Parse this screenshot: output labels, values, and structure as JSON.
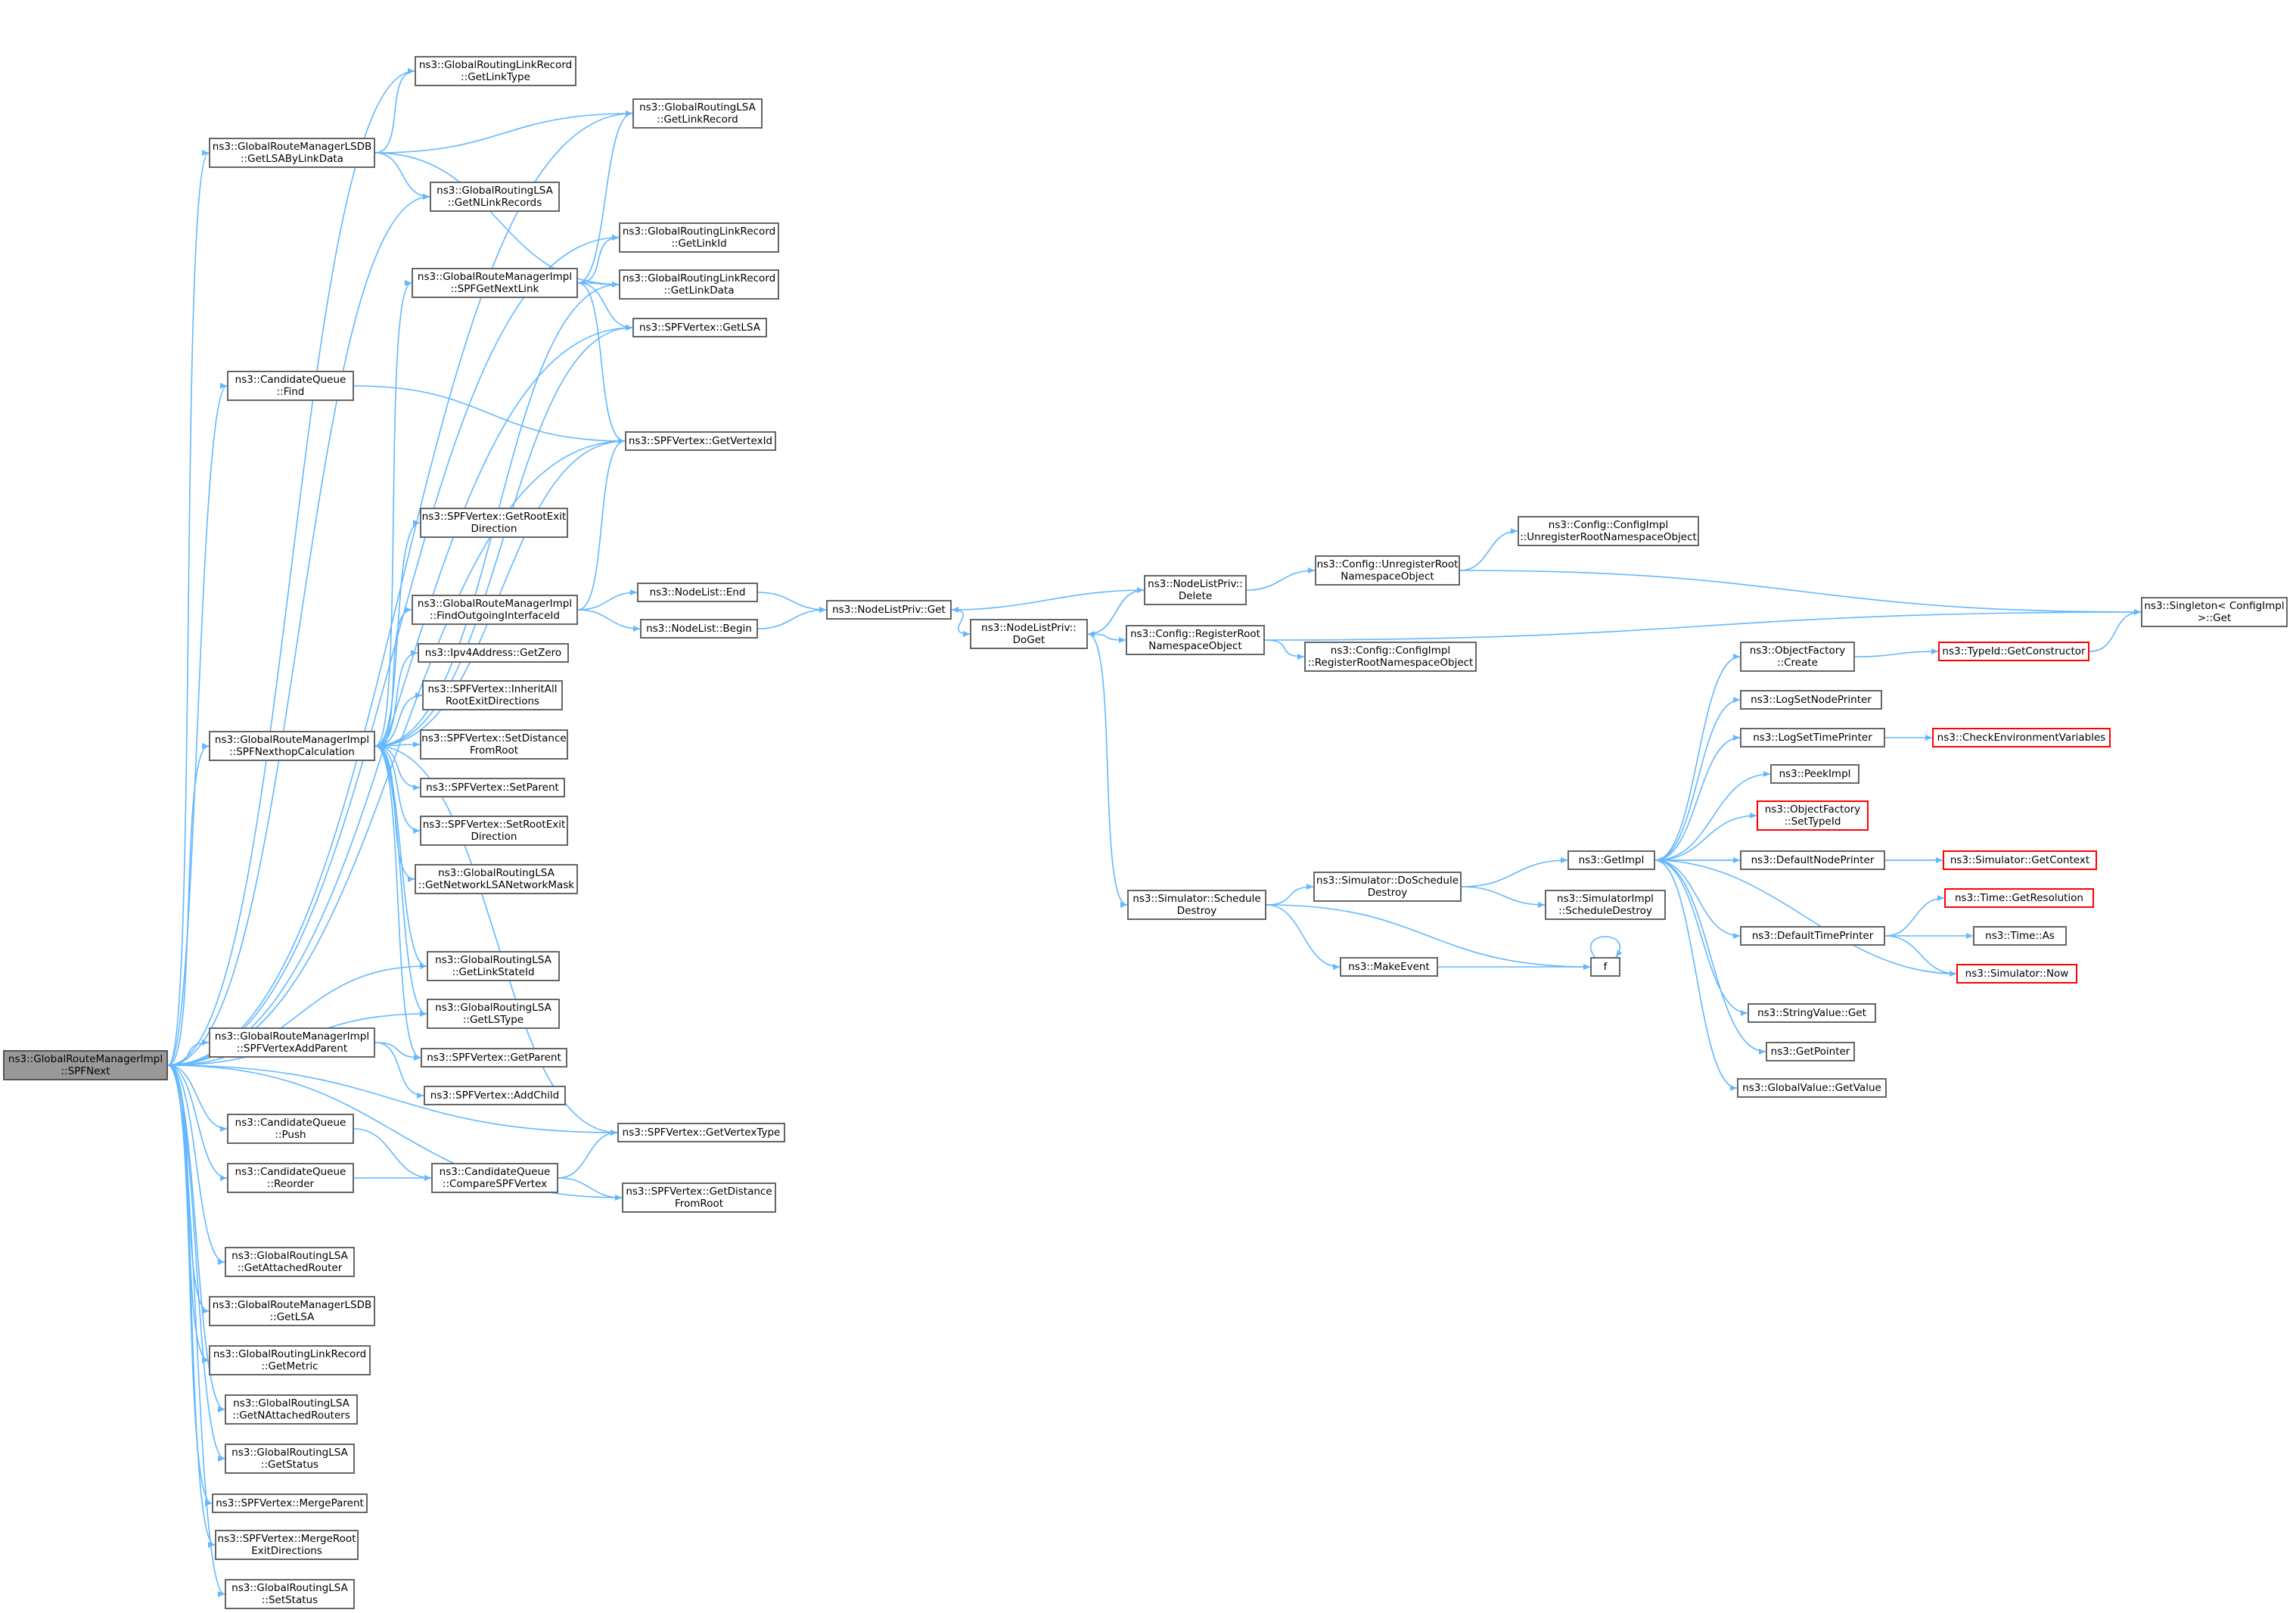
{
  "diagram": {
    "edge_color": "#63b8ff",
    "nodes": [
      {
        "id": "root",
        "lines": [
          "ns3::GlobalRouteManagerImpl",
          "::SPFNext"
        ],
        "kind": "root"
      },
      {
        "id": "gr_getlsabylinkdata",
        "lines": [
          "ns3::GlobalRouteManagerLSDB",
          "::GetLSAByLinkData"
        ]
      },
      {
        "id": "cq_find",
        "lines": [
          "ns3::CandidateQueue",
          "::Find"
        ]
      },
      {
        "id": "spfnexthop",
        "lines": [
          "ns3::GlobalRouteManagerImpl",
          "::SPFNexthopCalculation"
        ]
      },
      {
        "id": "spfaddparent",
        "lines": [
          "ns3::GlobalRouteManagerImpl",
          "::SPFVertexAddParent"
        ]
      },
      {
        "id": "cq_push",
        "lines": [
          "ns3::CandidateQueue",
          "::Push"
        ]
      },
      {
        "id": "cq_reorder",
        "lines": [
          "ns3::CandidateQueue",
          "::Reorder"
        ]
      },
      {
        "id": "getattachedrouter",
        "lines": [
          "ns3::GlobalRoutingLSA",
          "::GetAttachedRouter"
        ]
      },
      {
        "id": "lsdb_getlsa",
        "lines": [
          "ns3::GlobalRouteManagerLSDB",
          "::GetLSA"
        ]
      },
      {
        "id": "getmetric",
        "lines": [
          "ns3::GlobalRoutingLinkRecord",
          "::GetMetric"
        ]
      },
      {
        "id": "getnattached",
        "lines": [
          "ns3::GlobalRoutingLSA",
          "::GetNAttachedRouters"
        ]
      },
      {
        "id": "getstatus",
        "lines": [
          "ns3::GlobalRoutingLSA",
          "::GetStatus"
        ]
      },
      {
        "id": "mergeparent",
        "lines": [
          "ns3::SPFVertex::MergeParent"
        ]
      },
      {
        "id": "mergeroot",
        "lines": [
          "ns3::SPFVertex::MergeRoot",
          "ExitDirections"
        ]
      },
      {
        "id": "setstatus",
        "lines": [
          "ns3::GlobalRoutingLSA",
          "::SetStatus"
        ]
      },
      {
        "id": "getlinktype",
        "lines": [
          "ns3::GlobalRoutingLinkRecord",
          "::GetLinkType"
        ]
      },
      {
        "id": "getnlinkrecords",
        "lines": [
          "ns3::GlobalRoutingLSA",
          "::GetNLinkRecords"
        ]
      },
      {
        "id": "spfgetnextlink",
        "lines": [
          "ns3::GlobalRouteManagerImpl",
          "::SPFGetNextLink"
        ]
      },
      {
        "id": "getrootexitdir",
        "lines": [
          "ns3::SPFVertex::GetRootExit",
          "Direction"
        ]
      },
      {
        "id": "findoutgoing",
        "lines": [
          "ns3::GlobalRouteManagerImpl",
          "::FindOutgoingInterfaceId"
        ]
      },
      {
        "id": "ipv4getzero",
        "lines": [
          "ns3::Ipv4Address::GetZero"
        ]
      },
      {
        "id": "inheritall",
        "lines": [
          "ns3::SPFVertex::InheritAll",
          "RootExitDirections"
        ]
      },
      {
        "id": "setdistance",
        "lines": [
          "ns3::SPFVertex::SetDistance",
          "FromRoot"
        ]
      },
      {
        "id": "setparent",
        "lines": [
          "ns3::SPFVertex::SetParent"
        ]
      },
      {
        "id": "setrootexit",
        "lines": [
          "ns3::SPFVertex::SetRootExit",
          "Direction"
        ]
      },
      {
        "id": "getnetmask",
        "lines": [
          "ns3::GlobalRoutingLSA",
          "::GetNetworkLSANetworkMask"
        ]
      },
      {
        "id": "getlinkstateid",
        "lines": [
          "ns3::GlobalRoutingLSA",
          "::GetLinkStateId"
        ]
      },
      {
        "id": "getlstype",
        "lines": [
          "ns3::GlobalRoutingLSA",
          "::GetLSType"
        ]
      },
      {
        "id": "getparent",
        "lines": [
          "ns3::SPFVertex::GetParent"
        ]
      },
      {
        "id": "addchild",
        "lines": [
          "ns3::SPFVertex::AddChild"
        ]
      },
      {
        "id": "comparespf",
        "lines": [
          "ns3::CandidateQueue",
          "::CompareSPFVertex"
        ]
      },
      {
        "id": "getlinkrecord",
        "lines": [
          "ns3::GlobalRoutingLSA",
          "::GetLinkRecord"
        ]
      },
      {
        "id": "getlinkid",
        "lines": [
          "ns3::GlobalRoutingLinkRecord",
          "::GetLinkId"
        ]
      },
      {
        "id": "getlinkdata",
        "lines": [
          "ns3::GlobalRoutingLinkRecord",
          "::GetLinkData"
        ]
      },
      {
        "id": "spf_getlsa",
        "lines": [
          "ns3::SPFVertex::GetLSA"
        ]
      },
      {
        "id": "getvertexid",
        "lines": [
          "ns3::SPFVertex::GetVertexId"
        ]
      },
      {
        "id": "getvertextype",
        "lines": [
          "ns3::SPFVertex::GetVertexType"
        ]
      },
      {
        "id": "getdistance",
        "lines": [
          "ns3::SPFVertex::GetDistance",
          "FromRoot"
        ]
      },
      {
        "id": "nodelist_end",
        "lines": [
          "ns3::NodeList::End"
        ]
      },
      {
        "id": "nodelist_begin",
        "lines": [
          "ns3::NodeList::Begin"
        ]
      },
      {
        "id": "nlp_get",
        "lines": [
          "ns3::NodeListPriv::Get"
        ]
      },
      {
        "id": "nlp_doget",
        "lines": [
          "ns3::NodeListPriv::",
          "DoGet"
        ]
      },
      {
        "id": "nlp_delete",
        "lines": [
          "ns3::NodeListPriv::",
          "Delete"
        ]
      },
      {
        "id": "cfg_register",
        "lines": [
          "ns3::Config::RegisterRoot",
          "NamespaceObject"
        ]
      },
      {
        "id": "sim_scheduledestroy",
        "lines": [
          "ns3::Simulator::Schedule",
          "Destroy"
        ]
      },
      {
        "id": "cfg_unregister",
        "lines": [
          "ns3::Config::UnregisterRoot",
          "NamespaceObject"
        ]
      },
      {
        "id": "cfgimpl_register",
        "lines": [
          "ns3::Config::ConfigImpl",
          "::RegisterRootNamespaceObject"
        ]
      },
      {
        "id": "sim_doschedule",
        "lines": [
          "ns3::Simulator::DoSchedule",
          "Destroy"
        ]
      },
      {
        "id": "makeevent",
        "lines": [
          "ns3::MakeEvent"
        ]
      },
      {
        "id": "cfgimpl_unregister",
        "lines": [
          "ns3::Config::ConfigImpl",
          "::UnregisterRootNamespaceObject"
        ]
      },
      {
        "id": "getimpl",
        "lines": [
          "ns3::GetImpl"
        ]
      },
      {
        "id": "simimpl_scheduledestroy",
        "lines": [
          "ns3::SimulatorImpl",
          "::ScheduleDestroy"
        ]
      },
      {
        "id": "f",
        "lines": [
          "f"
        ]
      },
      {
        "id": "objfactory_create",
        "lines": [
          "ns3::ObjectFactory",
          "::Create"
        ]
      },
      {
        "id": "logsetnodeprinter",
        "lines": [
          "ns3::LogSetNodePrinter"
        ]
      },
      {
        "id": "logsettimeprinter",
        "lines": [
          "ns3::LogSetTimePrinter"
        ]
      },
      {
        "id": "peekimpl",
        "lines": [
          "ns3::PeekImpl"
        ]
      },
      {
        "id": "objfactory_settypeid",
        "lines": [
          "ns3::ObjectFactory",
          "::SetTypeId"
        ],
        "kind": "trunc"
      },
      {
        "id": "defaultnodeprinter",
        "lines": [
          "ns3::DefaultNodePrinter"
        ]
      },
      {
        "id": "defaulttimeprinter",
        "lines": [
          "ns3::DefaultTimePrinter"
        ]
      },
      {
        "id": "stringvalue_get",
        "lines": [
          "ns3::StringValue::Get"
        ]
      },
      {
        "id": "getpointer",
        "lines": [
          "ns3::GetPointer"
        ]
      },
      {
        "id": "globalvalue_getvalue",
        "lines": [
          "ns3::GlobalValue::GetValue"
        ]
      },
      {
        "id": "typeid_getconstructor",
        "lines": [
          "ns3::TypeId::GetConstructor"
        ],
        "kind": "trunc"
      },
      {
        "id": "checkenv",
        "lines": [
          "ns3::CheckEnvironmentVariables"
        ],
        "kind": "trunc"
      },
      {
        "id": "sim_getcontext",
        "lines": [
          "ns3::Simulator::GetContext"
        ],
        "kind": "trunc"
      },
      {
        "id": "time_getresolution",
        "lines": [
          "ns3::Time::GetResolution"
        ],
        "kind": "trunc"
      },
      {
        "id": "time_as",
        "lines": [
          "ns3::Time::As"
        ]
      },
      {
        "id": "sim_now",
        "lines": [
          "ns3::Simulator::Now"
        ],
        "kind": "trunc"
      },
      {
        "id": "singleton_get",
        "lines": [
          "ns3::Singleton< ConfigImpl",
          "&gt;::Get"
        ]
      }
    ],
    "edges": [
      [
        "root",
        "getlinkrecord"
      ],
      [
        "root",
        "getlinktype"
      ],
      [
        "root",
        "gr_getlsabylinkdata"
      ],
      [
        "root",
        "getnlinkrecords"
      ],
      [
        "root",
        "getlinkid"
      ],
      [
        "root",
        "spf_getlsa"
      ],
      [
        "root",
        "cq_find"
      ],
      [
        "root",
        "getvertexid"
      ],
      [
        "root",
        "spfnexthop"
      ],
      [
        "root",
        "getlinkstateid"
      ],
      [
        "root",
        "getlstype"
      ],
      [
        "root",
        "spfaddparent"
      ],
      [
        "root",
        "getvertextype"
      ],
      [
        "root",
        "cq_push"
      ],
      [
        "root",
        "cq_reorder"
      ],
      [
        "root",
        "getdistance"
      ],
      [
        "root",
        "getattachedrouter"
      ],
      [
        "root",
        "lsdb_getlsa"
      ],
      [
        "root",
        "getmetric"
      ],
      [
        "root",
        "getnattached"
      ],
      [
        "root",
        "getstatus"
      ],
      [
        "root",
        "mergeparent"
      ],
      [
        "root",
        "mergeroot"
      ],
      [
        "root",
        "setstatus"
      ],
      [
        "gr_getlsabylinkdata",
        "getlinktype"
      ],
      [
        "gr_getlsabylinkdata",
        "getlinkrecord"
      ],
      [
        "gr_getlsabylinkdata",
        "getnlinkrecords"
      ],
      [
        "gr_getlsabylinkdata",
        "getlinkdata"
      ],
      [
        "cq_find",
        "getvertexid"
      ],
      [
        "spfnexthop",
        "spfgetnextlink"
      ],
      [
        "spfnexthop",
        "getlinkdata"
      ],
      [
        "spfnexthop",
        "spf_getlsa"
      ],
      [
        "spfnexthop",
        "getvertexid"
      ],
      [
        "spfnexthop",
        "getrootexitdir"
      ],
      [
        "spfnexthop",
        "findoutgoing"
      ],
      [
        "spfnexthop",
        "ipv4getzero"
      ],
      [
        "spfnexthop",
        "inheritall"
      ],
      [
        "spfnexthop",
        "setdistance"
      ],
      [
        "spfnexthop",
        "setparent"
      ],
      [
        "spfnexthop",
        "setrootexit"
      ],
      [
        "spfnexthop",
        "getnetmask"
      ],
      [
        "spfnexthop",
        "getlinkstateid"
      ],
      [
        "spfnexthop",
        "getlstype"
      ],
      [
        "spfnexthop",
        "getparent"
      ],
      [
        "spfnexthop",
        "getvertextype"
      ],
      [
        "spfgetnextlink",
        "getlinkrecord"
      ],
      [
        "spfgetnextlink",
        "getlinkid"
      ],
      [
        "spfgetnextlink",
        "getlinkdata"
      ],
      [
        "spfgetnextlink",
        "spf_getlsa"
      ],
      [
        "spfgetnextlink",
        "getvertexid"
      ],
      [
        "findoutgoing",
        "getvertexid"
      ],
      [
        "findoutgoing",
        "nodelist_end"
      ],
      [
        "findoutgoing",
        "nodelist_begin"
      ],
      [
        "spfaddparent",
        "getparent"
      ],
      [
        "spfaddparent",
        "addchild"
      ],
      [
        "cq_push",
        "comparespf"
      ],
      [
        "cq_reorder",
        "comparespf"
      ],
      [
        "comparespf",
        "getvertextype"
      ],
      [
        "comparespf",
        "getdistance"
      ],
      [
        "nodelist_end",
        "nlp_get"
      ],
      [
        "nodelist_begin",
        "nlp_get"
      ],
      [
        "nlp_get",
        "nlp_doget"
      ],
      [
        "nlp_doget",
        "nlp_delete"
      ],
      [
        "nlp_doget",
        "cfg_register"
      ],
      [
        "nlp_doget",
        "sim_scheduledestroy"
      ],
      [
        "nlp_delete",
        "nlp_get"
      ],
      [
        "nlp_delete",
        "nlp_doget"
      ],
      [
        "nlp_delete",
        "cfg_unregister"
      ],
      [
        "cfg_unregister",
        "cfgimpl_unregister"
      ],
      [
        "cfg_unregister",
        "singleton_get"
      ],
      [
        "cfg_register",
        "cfgimpl_register"
      ],
      [
        "cfg_register",
        "singleton_get"
      ],
      [
        "sim_scheduledestroy",
        "sim_doschedule"
      ],
      [
        "sim_scheduledestroy",
        "makeevent"
      ],
      [
        "sim_scheduledestroy",
        "f"
      ],
      [
        "sim_doschedule",
        "getimpl"
      ],
      [
        "sim_doschedule",
        "simimpl_scheduledestroy"
      ],
      [
        "makeevent",
        "f"
      ],
      [
        "f",
        "f"
      ],
      [
        "getimpl",
        "objfactory_create"
      ],
      [
        "getimpl",
        "logsetnodeprinter"
      ],
      [
        "getimpl",
        "logsettimeprinter"
      ],
      [
        "getimpl",
        "peekimpl"
      ],
      [
        "getimpl",
        "objfactory_settypeid"
      ],
      [
        "getimpl",
        "defaultnodeprinter"
      ],
      [
        "getimpl",
        "defaulttimeprinter"
      ],
      [
        "getimpl",
        "stringvalue_get"
      ],
      [
        "getimpl",
        "getpointer"
      ],
      [
        "getimpl",
        "globalvalue_getvalue"
      ],
      [
        "objfactory_create",
        "typeid_getconstructor"
      ],
      [
        "typeid_getconstructor",
        "singleton_get"
      ],
      [
        "logsettimeprinter",
        "checkenv"
      ],
      [
        "defaultnodeprinter",
        "sim_getcontext"
      ],
      [
        "sim_getcontext",
        "getimpl"
      ],
      [
        "defaulttimeprinter",
        "time_getresolution"
      ],
      [
        "defaulttimeprinter",
        "time_as"
      ],
      [
        "defaulttimeprinter",
        "sim_now"
      ],
      [
        "sim_now",
        "getimpl"
      ]
    ]
  }
}
